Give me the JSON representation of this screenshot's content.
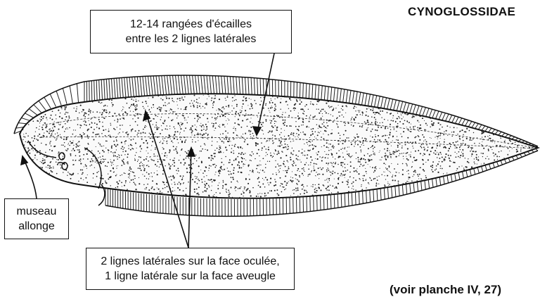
{
  "family_title": "CYNOGLOSSIDAE",
  "reference": "(voir planche IV, 27)",
  "callouts": {
    "scale_rows": {
      "lines": [
        "12-14 rangées d'écailles",
        "entre les 2 lignes latérales"
      ]
    },
    "snout": {
      "lines": [
        "museau",
        "allonge"
      ]
    },
    "lateral_lines": {
      "lines": [
        "2 lignes latérales sur la face oculée,",
        "1 ligne latérale sur la face aveugle"
      ]
    }
  }
}
